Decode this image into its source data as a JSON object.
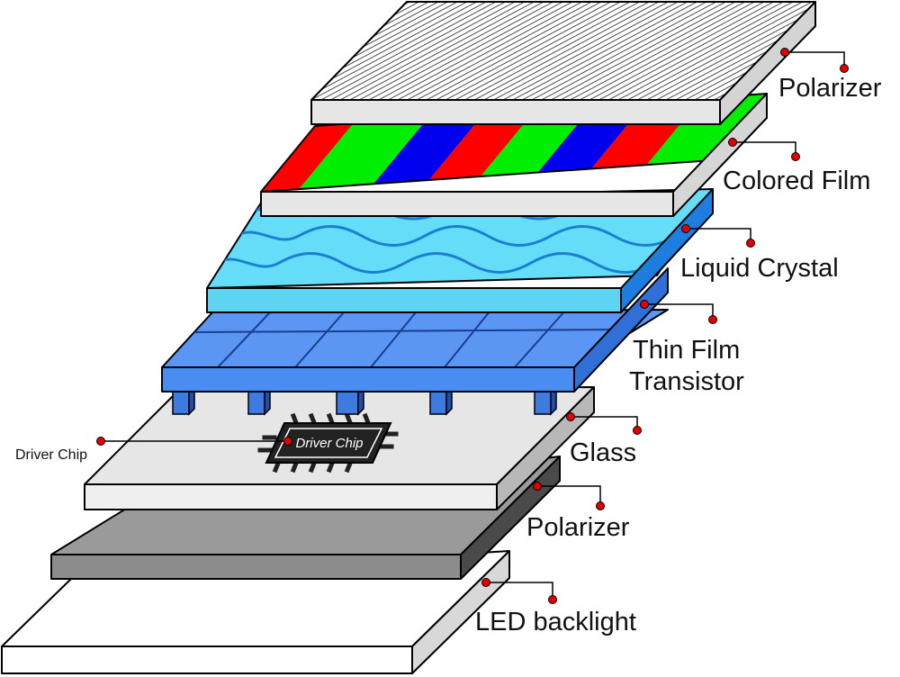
{
  "layers": [
    {
      "id": "top-polarizer",
      "label": "Polarizer",
      "color": "#e8e8e8"
    },
    {
      "id": "colored-film",
      "label": "Colored Film",
      "stripe_colors": [
        "#ff0000",
        "#00ee00",
        "#0000ee"
      ]
    },
    {
      "id": "liquid-crystal",
      "label": "Liquid Crystal",
      "color": "#66ddf8"
    },
    {
      "id": "thin-film-transistor",
      "label": "Thin Film\nTransistor",
      "label_lines": [
        "Thin Film",
        "Transistor"
      ],
      "color": "#4a8df2"
    },
    {
      "id": "glass",
      "label": "Glass",
      "color": "#e6e6e6"
    },
    {
      "id": "bottom-polarizer",
      "label": "Polarizer",
      "color": "#9a9a9a"
    },
    {
      "id": "led-backlight",
      "label": "LED backlight",
      "color": "#ffffff"
    }
  ],
  "driver_chip": {
    "label": "Driver Chip",
    "chip_text": "Driver Chip"
  },
  "colors": {
    "leader_dot": "#e10000",
    "outline": "#000000"
  }
}
